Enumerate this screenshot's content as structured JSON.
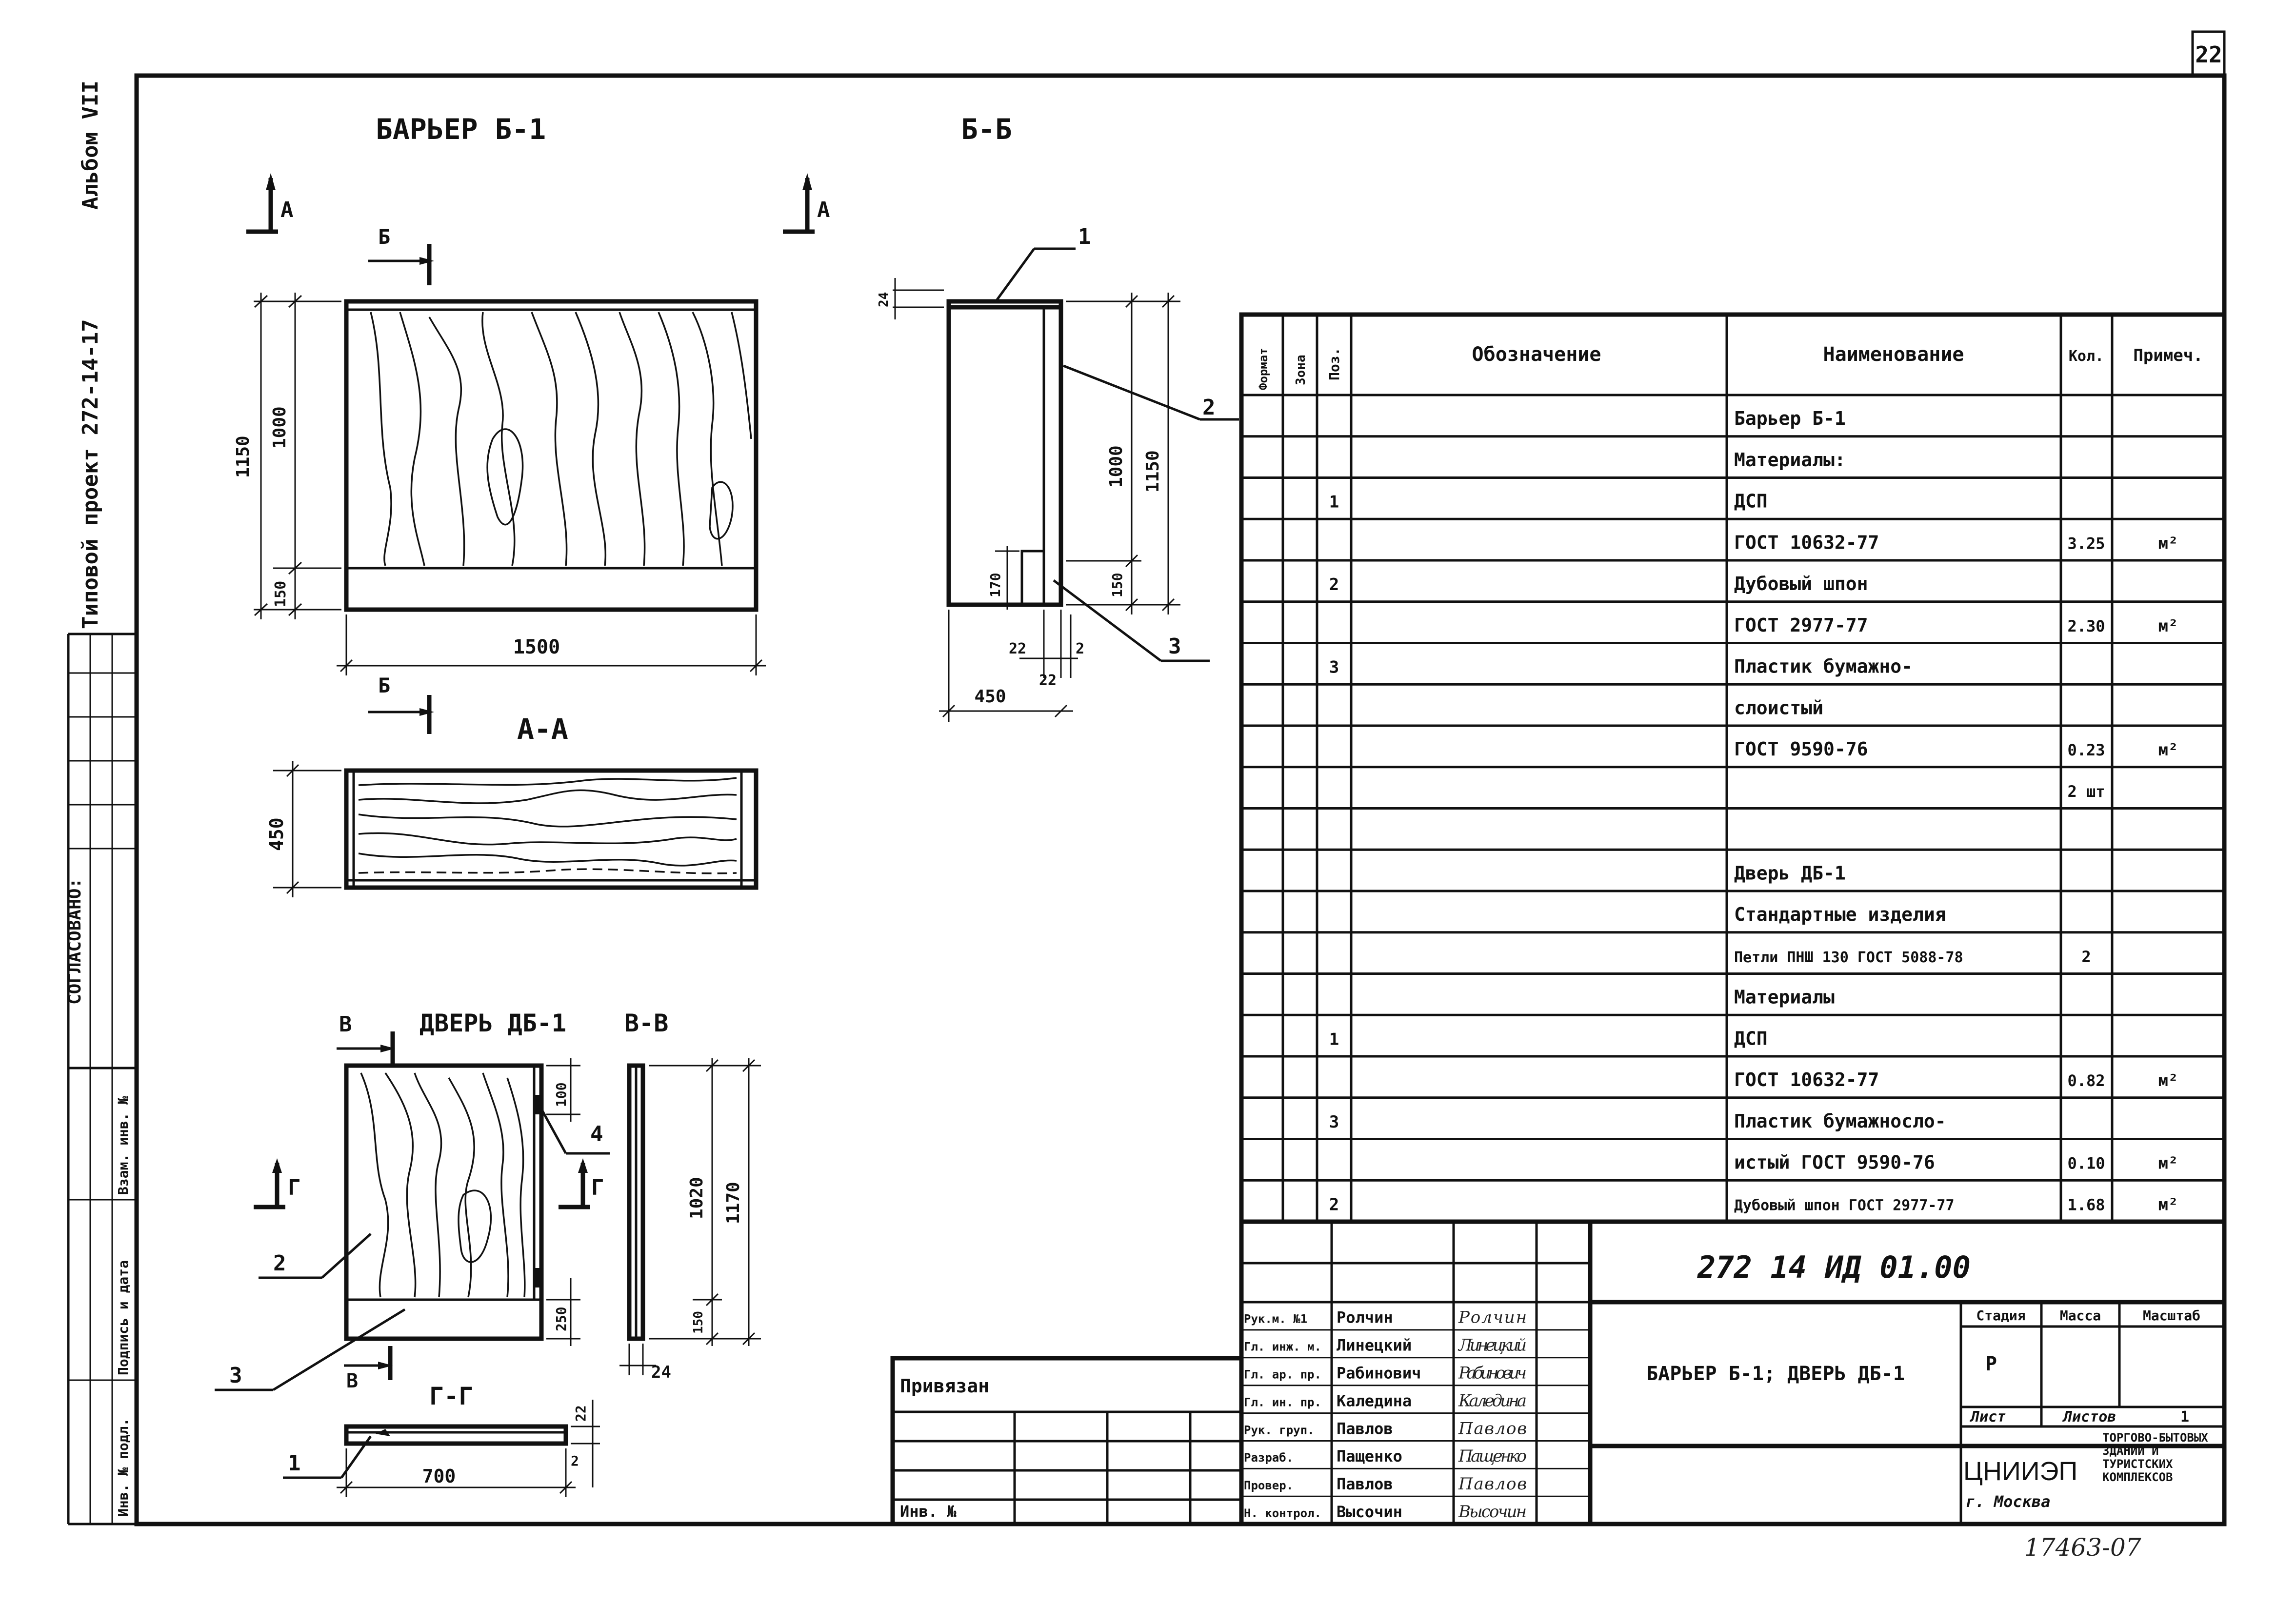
{
  "sheet": {
    "page_number": "22",
    "album": "Альбом VII",
    "project": "Типовой проект 272-14-17",
    "agreed": "СОГЛАСОВАНО:",
    "inv_orig": "Инв. № подл.",
    "signature_date": "Подпись и дата",
    "inv_replace": "Взам. инв. №",
    "bound": "Привязан",
    "inv_no": "Инв. №",
    "archive_no": "17463-07"
  },
  "views": {
    "barrier_title": "БАРЬЕР Б-1",
    "section_bb": "Б-Б",
    "section_aa": "А-А",
    "door_title": "ДВЕРЬ ДБ-1",
    "section_vv": "В-В",
    "section_gg": "Г-Г",
    "mark_a": "А",
    "mark_b": "Б",
    "mark_v": "В",
    "mark_g": "Г"
  },
  "dimensions": {
    "d1150": "1150",
    "d1000": "1000",
    "d150": "150",
    "d1500": "1500",
    "d450": "450",
    "d24": "24",
    "d170": "170",
    "d22": "22",
    "d2": "2",
    "d1020": "1020",
    "d1170": "1170",
    "d100": "100",
    "d250": "250",
    "d700": "700",
    "d1": "1",
    "d3": "3",
    "d4": "4"
  },
  "spec": {
    "headers": {
      "format": "Формат",
      "zone": "Зона",
      "pos": "Поз.",
      "designation": "Обозначение",
      "name": "Наименование",
      "qty": "Кол.",
      "note": "Примеч."
    },
    "rows": [
      {
        "pos": "",
        "name": "Барьер Б-1",
        "qty": "",
        "note": ""
      },
      {
        "pos": "",
        "name": "Материалы:",
        "qty": "",
        "note": ""
      },
      {
        "pos": "1",
        "name": "ДСП",
        "qty": "",
        "note": ""
      },
      {
        "pos": "",
        "name": "ГОСТ 10632-77",
        "qty": "3.25",
        "note": "м²"
      },
      {
        "pos": "2",
        "name": "Дубовый шпон",
        "qty": "",
        "note": ""
      },
      {
        "pos": "",
        "name": "ГОСТ 2977-77",
        "qty": "2.30",
        "note": "м²"
      },
      {
        "pos": "3",
        "name": "Пластик бумажно-",
        "qty": "",
        "note": ""
      },
      {
        "pos": "",
        "name": "слоистый",
        "qty": "",
        "note": ""
      },
      {
        "pos": "",
        "name": "ГОСТ 9590-76",
        "qty": "0.23",
        "note": "м²"
      },
      {
        "pos": "",
        "name": "",
        "qty": "2 шт",
        "note": ""
      },
      {
        "pos": "",
        "name": "",
        "qty": "",
        "note": ""
      },
      {
        "pos": "",
        "name": "Дверь ДБ-1",
        "qty": "",
        "note": ""
      },
      {
        "pos": "",
        "name": "Стандартные изделия",
        "qty": "",
        "note": ""
      },
      {
        "pos": "",
        "name": "Петли ПНШ 130 ГОСТ 5088-78",
        "qty": "2",
        "note": ""
      },
      {
        "pos": "",
        "name": "Материалы",
        "qty": "",
        "note": ""
      },
      {
        "pos": "1",
        "name": "ДСП",
        "qty": "",
        "note": ""
      },
      {
        "pos": "",
        "name": "ГОСТ 10632-77",
        "qty": "0.82",
        "note": "м²"
      },
      {
        "pos": "3",
        "name": "Пластик бумажносло-",
        "qty": "",
        "note": ""
      },
      {
        "pos": "",
        "name": "истый ГОСТ 9590-76",
        "qty": "0.10",
        "note": "м²"
      },
      {
        "pos": "2",
        "name": "Дубовый шпон ГОСТ 2977-77",
        "qty": "1.68",
        "note": "м²"
      }
    ]
  },
  "title_block": {
    "document_code": "272 14 ИД 01.00",
    "document_name": "БАРЬЕР Б-1; ДВЕРЬ ДБ-1",
    "stage_label": "Стадия",
    "mass_label": "Масса",
    "scale_label": "Масштаб",
    "stage_value": "Р",
    "sheet_label": "Лист",
    "sheets_label": "Листов",
    "sheets_value": "1",
    "org": "ЦНИИЭП",
    "city": "г. Москва",
    "org_desc": "торгово-бытовых зданий и туристских комплексов",
    "people": [
      {
        "role": "Рук.м. №1",
        "name": "Ролчин"
      },
      {
        "role": "Гл. инж. м.",
        "name": "Линецкий"
      },
      {
        "role": "Гл. ар. пр.",
        "name": "Рабинович"
      },
      {
        "role": "Гл. ин. пр.",
        "name": "Каледина"
      },
      {
        "role": "Рук. груп.",
        "name": "Павлов"
      },
      {
        "role": "Разраб.",
        "name": "Пащенко"
      },
      {
        "role": "Провер.",
        "name": "Павлов"
      },
      {
        "role": "Н. контрол.",
        "name": "Высочин"
      }
    ],
    "signatures": [
      "Ролчин",
      "Линецкий",
      "Рабинович",
      "Каледина",
      "Павлов",
      "Пащенко",
      "Павлов",
      "Высочин"
    ]
  }
}
